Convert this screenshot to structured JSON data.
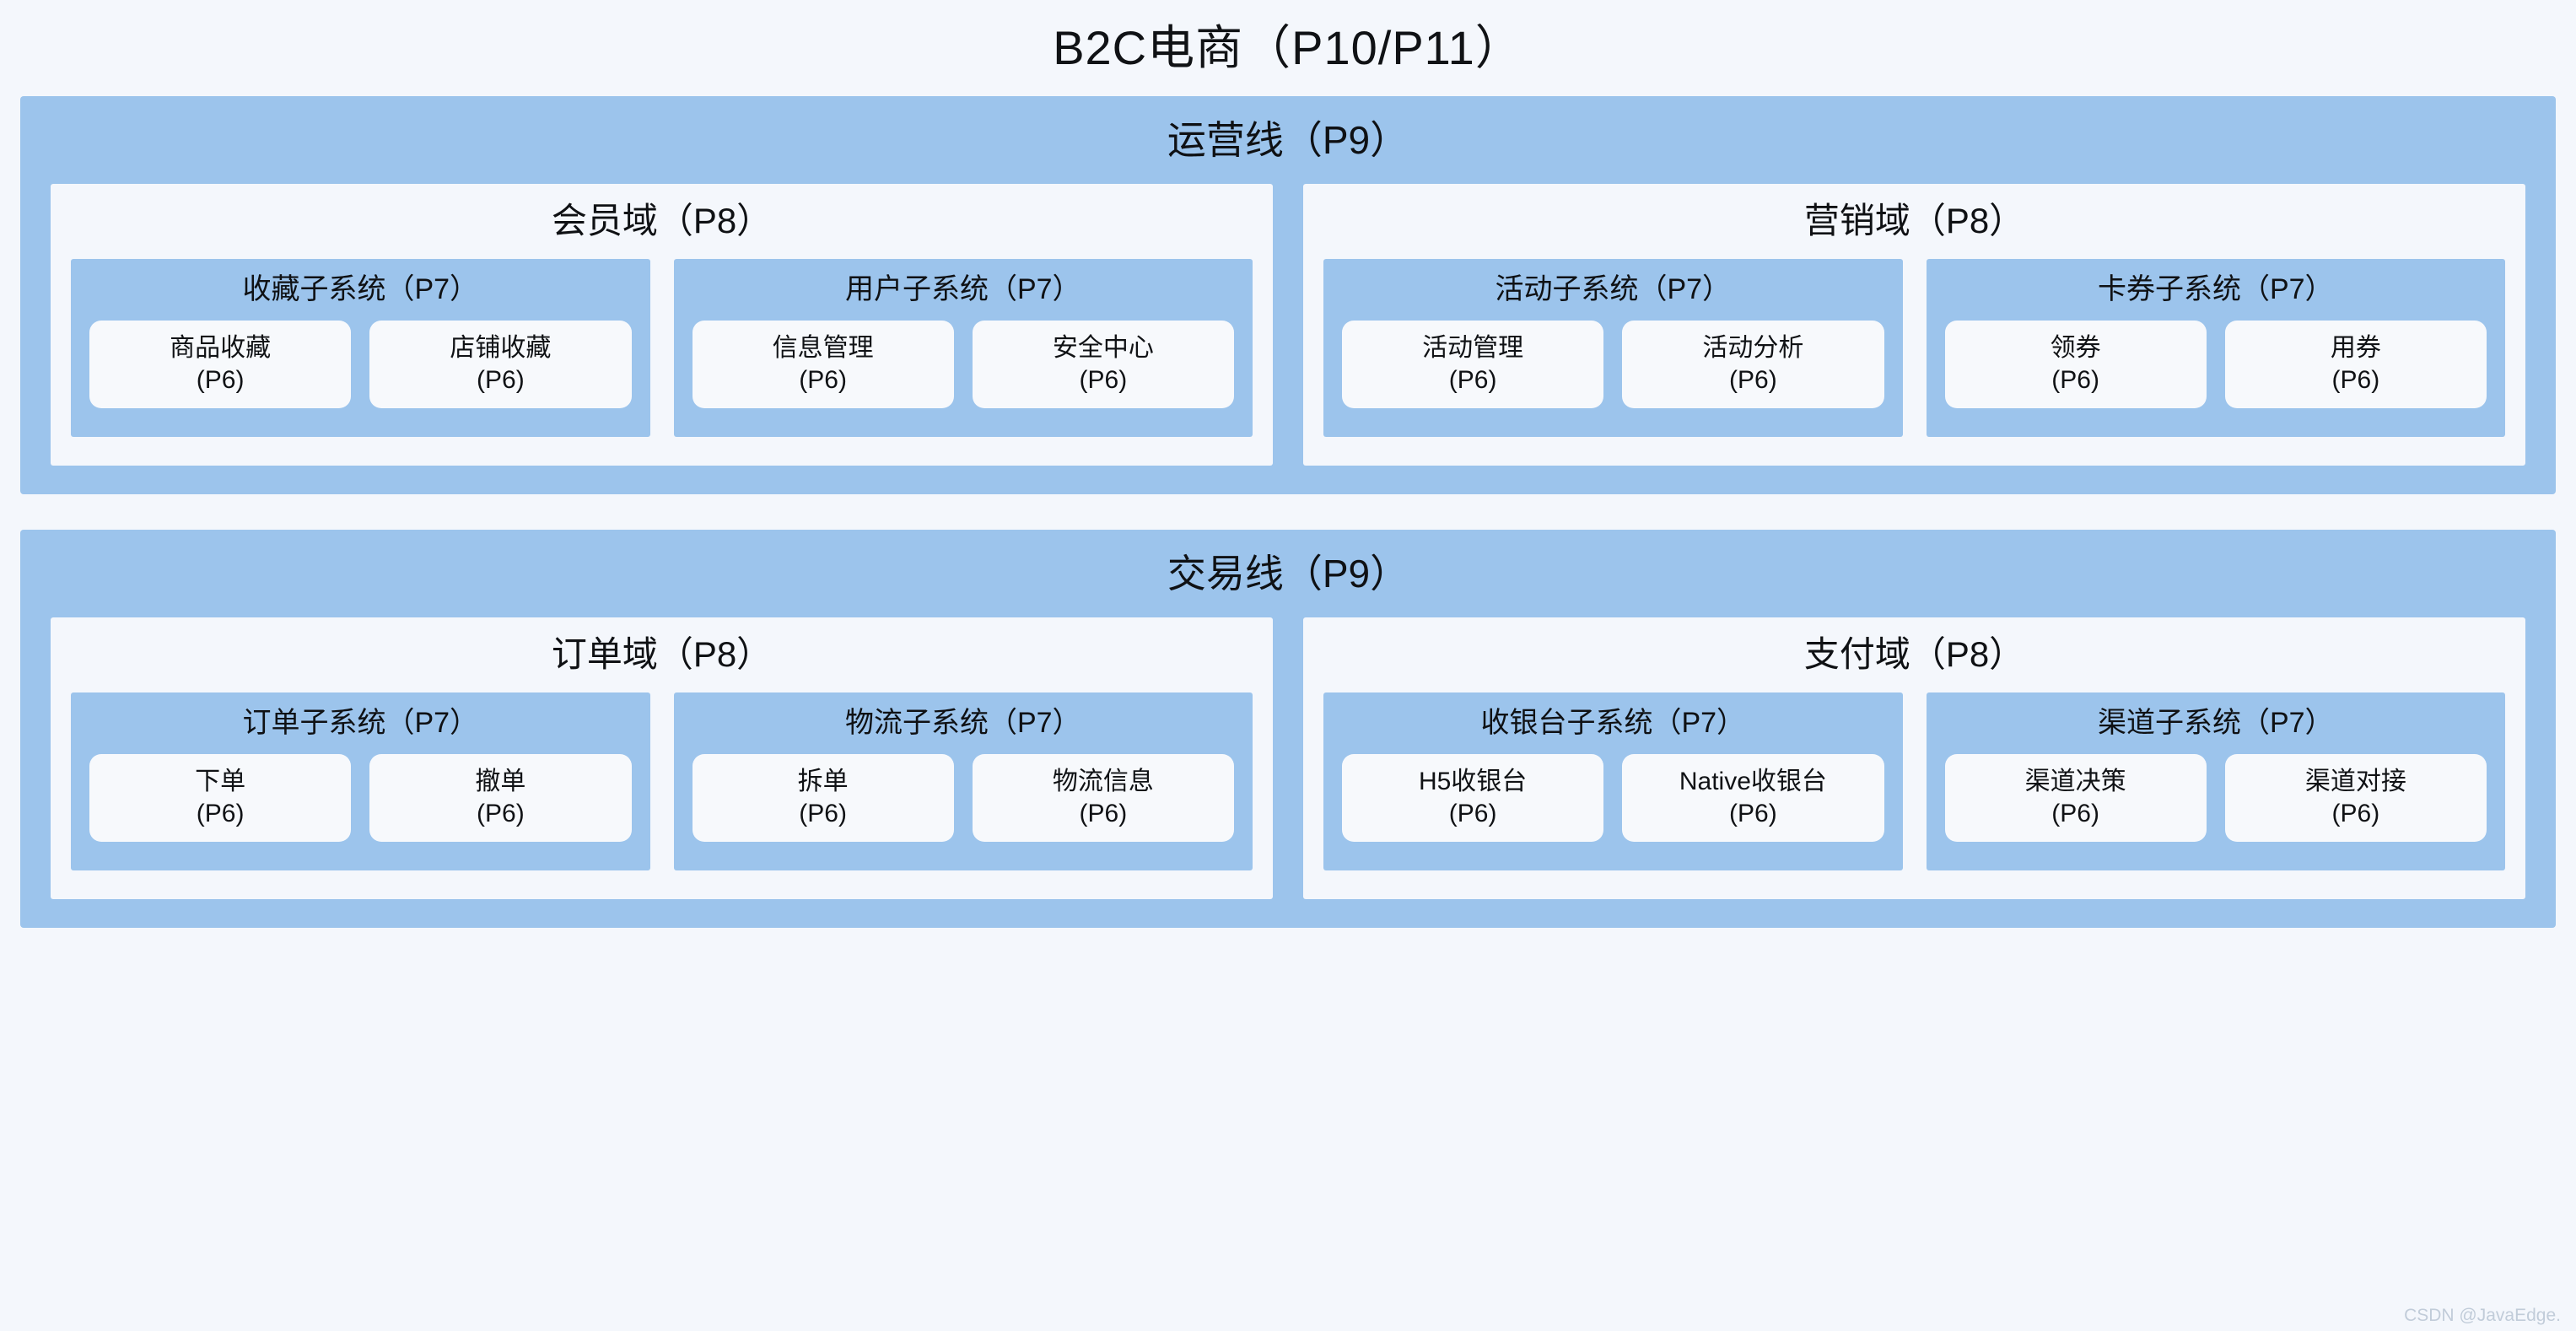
{
  "diagram": {
    "title": "B2C电商（P10/P11）",
    "watermark": "CSDN @JavaEdge.",
    "colors": {
      "band": "#9cc4ec",
      "domain": "#f4f7fc",
      "module": "#f7f9fc",
      "page_background": "#f4f7fc",
      "text": "#101215"
    },
    "lines": [
      {
        "title": "运营线（P9）",
        "domains": [
          {
            "title": "会员域（P8）",
            "subsystems": [
              {
                "title": "收藏子系统（P7）",
                "modules": [
                  {
                    "name": "商品收藏",
                    "level": "(P6)"
                  },
                  {
                    "name": "店铺收藏",
                    "level": "(P6)"
                  }
                ]
              },
              {
                "title": "用户子系统（P7）",
                "modules": [
                  {
                    "name": "信息管理",
                    "level": "(P6)"
                  },
                  {
                    "name": "安全中心",
                    "level": "(P6)"
                  }
                ]
              }
            ]
          },
          {
            "title": "营销域（P8）",
            "subsystems": [
              {
                "title": "活动子系统（P7）",
                "modules": [
                  {
                    "name": "活动管理",
                    "level": "(P6)"
                  },
                  {
                    "name": "活动分析",
                    "level": "(P6)"
                  }
                ]
              },
              {
                "title": "卡券子系统（P7）",
                "modules": [
                  {
                    "name": "领券",
                    "level": "(P6)"
                  },
                  {
                    "name": "用券",
                    "level": "(P6)"
                  }
                ]
              }
            ]
          }
        ]
      },
      {
        "title": "交易线（P9）",
        "domains": [
          {
            "title": "订单域（P8）",
            "subsystems": [
              {
                "title": "订单子系统（P7）",
                "modules": [
                  {
                    "name": "下单",
                    "level": "(P6)"
                  },
                  {
                    "name": "撤单",
                    "level": "(P6)"
                  }
                ]
              },
              {
                "title": "物流子系统（P7）",
                "modules": [
                  {
                    "name": "拆单",
                    "level": "(P6)"
                  },
                  {
                    "name": "物流信息",
                    "level": "(P6)"
                  }
                ]
              }
            ]
          },
          {
            "title": "支付域（P8）",
            "subsystems": [
              {
                "title": "收银台子系统（P7）",
                "modules": [
                  {
                    "name": "H5收银台",
                    "level": "(P6)"
                  },
                  {
                    "name": "Native收银台",
                    "level": "(P6)"
                  }
                ]
              },
              {
                "title": "渠道子系统（P7）",
                "modules": [
                  {
                    "name": "渠道决策",
                    "level": "(P6)"
                  },
                  {
                    "name": "渠道对接",
                    "level": "(P6)"
                  }
                ]
              }
            ]
          }
        ]
      }
    ]
  }
}
